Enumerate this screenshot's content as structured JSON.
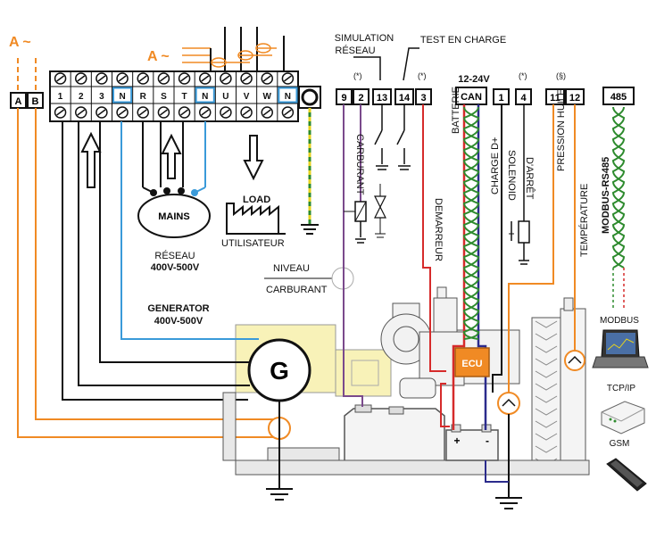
{
  "phase_symbol_left": "A ~",
  "phase_symbol_mid": "A ~",
  "terminal_A": "A",
  "terminal_B": "B",
  "terminal_block": [
    "1",
    "2",
    "3",
    "N",
    "R",
    "S",
    "T",
    "N",
    "U",
    "V",
    "W",
    "N"
  ],
  "mains": {
    "label": "MAINS",
    "caption1": "RÉSEAU",
    "caption2": "400V-500V"
  },
  "load": {
    "label": "LOAD",
    "caption": "UTILISATEUR"
  },
  "niveau": {
    "line1": "NIVEAU",
    "line2": "CARBURANT"
  },
  "generator": {
    "line1": "GENERATOR",
    "line2": "400V-500V",
    "symbol": "G"
  },
  "simulation": {
    "line1": "SIMULATION",
    "line2": "RÉSEAU"
  },
  "test_en_charge": "TEST EN CHARGE",
  "star": "(*)",
  "section": "(§)",
  "volt_label": "12-24V",
  "ctrl_terminals": {
    "t9": "9",
    "t2": "2",
    "t13": "13",
    "t14": "14",
    "t3": "3",
    "can": "CAN",
    "t1": "1",
    "t4": "4",
    "t11": "11",
    "t12": "12",
    "t485": "485"
  },
  "vertical_labels": {
    "carburant": "CARBURANT",
    "demarreur": "DEMARREUR",
    "batterie": "BATTERIE",
    "charge": "CHARGE D+",
    "solenoid1": "SOLENOID",
    "solenoid2": "D'ARRÊT",
    "pression": "PRESSION HUILE",
    "temperature": "TEMPÉRATURE",
    "modbus_rs485": "MODBUS-RS485"
  },
  "ecu": "ECU",
  "battery_minus": "-",
  "battery_plus": "+",
  "comms": {
    "modbus": "MODBUS",
    "tcpip": "TCP/IP",
    "gsm": "GSM"
  }
}
